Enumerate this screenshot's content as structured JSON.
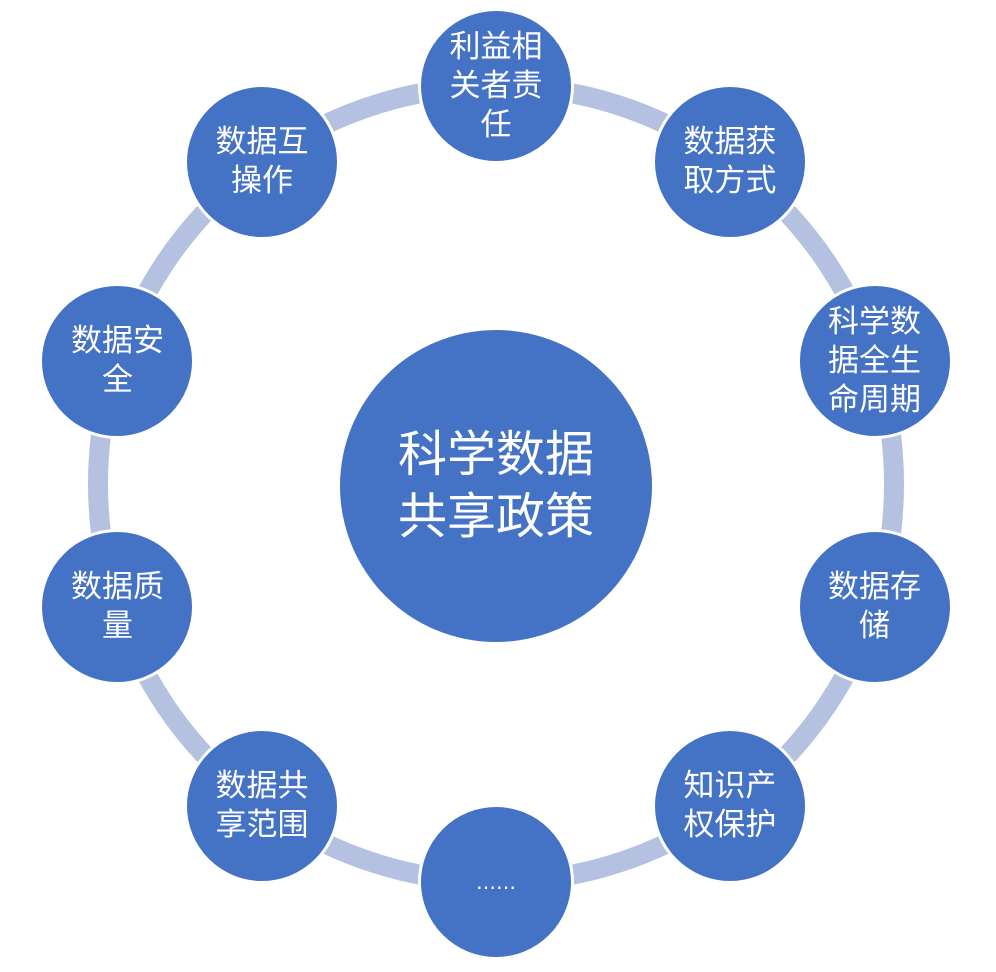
{
  "diagram": {
    "type": "radial-cycle",
    "center": {
      "label": "科学数据共享政策"
    },
    "nodes": [
      {
        "label": "利益相关者责任"
      },
      {
        "label": "数据获取方式"
      },
      {
        "label": "科学数据全生命周期"
      },
      {
        "label": "数据存储"
      },
      {
        "label": "知识产权保护"
      },
      {
        "label": "……"
      },
      {
        "label": "数据共享范围"
      },
      {
        "label": "数据质量"
      },
      {
        "label": "数据安全"
      },
      {
        "label": "数据互操作"
      }
    ],
    "colors": {
      "node_fill": "#4472c4",
      "ring": "#b4c1e0",
      "text": "#ffffff"
    }
  }
}
